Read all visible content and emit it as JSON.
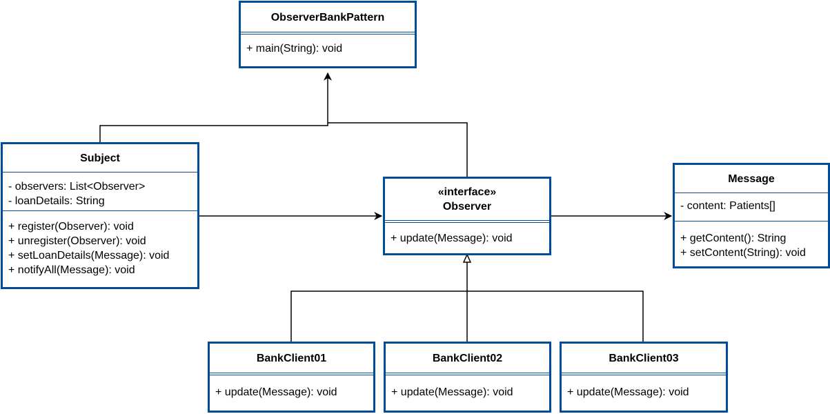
{
  "diagram": {
    "classes": {
      "observer_bank_pattern": {
        "name": "ObserverBankPattern",
        "attributes": [],
        "operations": [
          "+ main(String): void"
        ]
      },
      "subject": {
        "name": "Subject",
        "attributes": [
          "- observers: List<Observer>",
          "- loanDetails: String"
        ],
        "operations": [
          "+ register(Observer): void",
          "+ unregister(Observer): void",
          "+ setLoanDetails(Message): void",
          "+ notifyAll(Message): void"
        ]
      },
      "observer": {
        "stereotype": "«interface»",
        "name": "Observer",
        "attributes": [],
        "operations": [
          "+ update(Message): void"
        ]
      },
      "message": {
        "name": "Message",
        "attributes": [
          "- content: Patients[]"
        ],
        "operations": [
          "+ getContent(): String",
          "+ setContent(String): void"
        ]
      },
      "bank_client_01": {
        "name": "BankClient01",
        "attributes": [],
        "operations": [
          "+ update(Message): void"
        ]
      },
      "bank_client_02": {
        "name": "BankClient02",
        "attributes": [],
        "operations": [
          "+ update(Message): void"
        ]
      },
      "bank_client_03": {
        "name": "BankClient03",
        "attributes": [],
        "operations": [
          "+ update(Message): void"
        ]
      }
    },
    "relationships": [
      {
        "from": "Subject",
        "to": "ObserverBankPattern",
        "type": "association"
      },
      {
        "from": "Observer",
        "to": "ObserverBankPattern",
        "type": "association"
      },
      {
        "from": "Subject",
        "to": "Observer",
        "type": "association"
      },
      {
        "from": "Observer",
        "to": "Message",
        "type": "association"
      },
      {
        "from": "BankClient01",
        "to": "Observer",
        "type": "realization"
      },
      {
        "from": "BankClient02",
        "to": "Observer",
        "type": "realization"
      },
      {
        "from": "BankClient03",
        "to": "Observer",
        "type": "realization"
      }
    ],
    "colors": {
      "border": "#004c99",
      "line": "#000000",
      "background": "#ffffff"
    }
  }
}
